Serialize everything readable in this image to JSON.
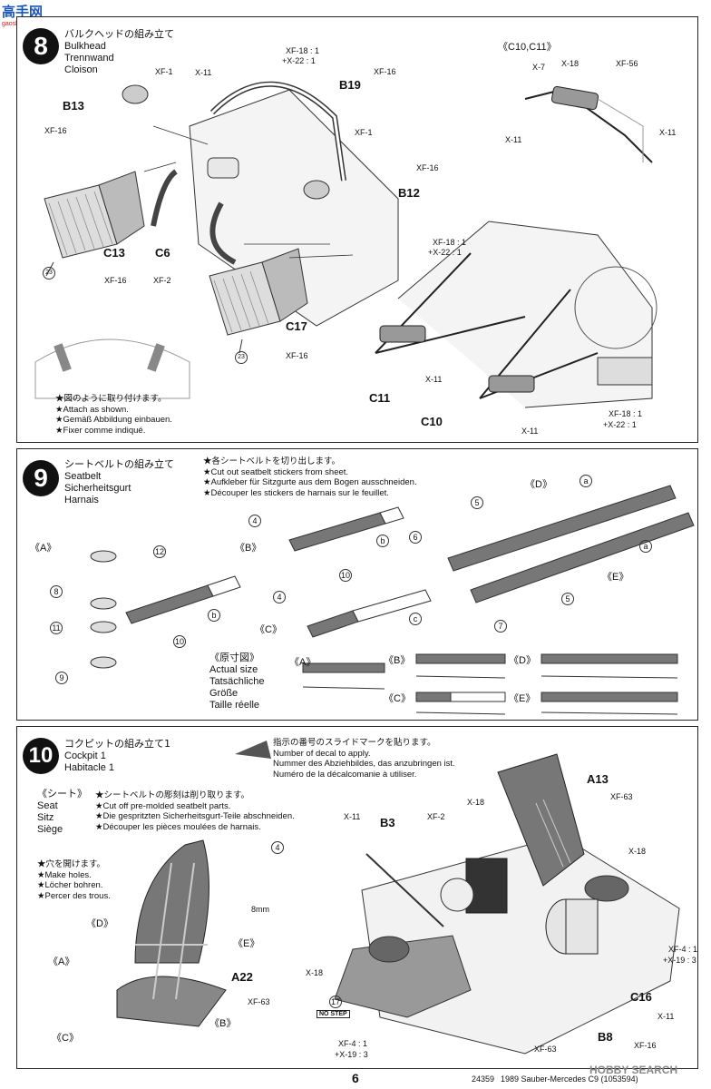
{
  "watermark_top": {
    "site": "高手网",
    "url": "gaoshoumo.com"
  },
  "step8": {
    "number": "8",
    "title_jp": "バルクヘッドの組み立て",
    "title_en": "Bulkhead",
    "title_de": "Trennwand",
    "title_fr": "Cloison",
    "parts": {
      "b13": "B13",
      "b19": "B19",
      "b12": "B12",
      "c13": "C13",
      "c6": "C6",
      "c17": "C17",
      "c11": "C11",
      "c10": "C10",
      "xf1a": "XF-1",
      "xf1b": "XF-1",
      "x11a": "X-11",
      "xf18_top": "XF-18 : 1",
      "x22_top": "+X-22 : 1",
      "xf16a": "XF-16",
      "xf16b": "XF-16",
      "xf16c": "XF-16",
      "xf16d": "XF-16",
      "xf16e": "XF-16",
      "xf2": "XF-2",
      "xf18_mid": "XF-18 : 1",
      "x22_mid": "+X-22 : 1",
      "x11b": "X-11",
      "x11c": "X-11",
      "xf18_bot": "XF-18 : 1",
      "x22_bot": "+X-22 : 1"
    },
    "decal_nums": [
      "23",
      "23"
    ],
    "inset_title": "《C10,C11》",
    "inset_parts": {
      "x7": "X-7",
      "xf18": "X-18",
      "xf56": "XF-56",
      "x11a": "X-11",
      "x11b": "X-11"
    },
    "notes": [
      "★図のように取り付けます。",
      "★Attach as shown.",
      "★Gemäß Abbildung einbauen.",
      "★Fixer comme indiqué."
    ]
  },
  "step9": {
    "number": "9",
    "title_jp": "シートベルトの組み立て",
    "title_en": "Seatbelt",
    "title_de": "Sicherheitsgurt",
    "title_fr": "Harnais",
    "notes": [
      "★各シートベルトを切り出します。",
      "★Cut out seatbelt stickers from sheet.",
      "★Aufkleber für Sitzgurte aus dem Bogen ausschneiden.",
      "★Découper les stickers de harnais sur le feuillet."
    ],
    "groups": {
      "a": "《A》",
      "b": "《B》",
      "c": "《C》",
      "d": "《D》",
      "e": "《E》"
    },
    "circle_nums": [
      "12",
      "8",
      "11",
      "10",
      "9",
      "4",
      "10",
      "4",
      "6",
      "5",
      "5",
      "7"
    ],
    "strap_letters": [
      "b",
      "b",
      "c",
      "a",
      "a"
    ],
    "actual_size": {
      "jp": "《原寸図》",
      "en": "Actual size",
      "de": "Tatsächliche",
      "de2": "Größe",
      "fr": "Taille réelle"
    },
    "actual_groups": [
      "《A》",
      "《B》",
      "《C》",
      "《D》",
      "《E》"
    ]
  },
  "step10": {
    "number": "10",
    "title_jp": "コクピットの組み立て1",
    "title_en": "Cockpit 1",
    "title_fr": "Habitacle 1",
    "decal_note": [
      "指示の番号のスライドマークを貼ります。",
      "Number of decal to apply.",
      "Nummer des Abziehbildes, das anzubringen ist.",
      "Numéro de la décalcomanie à utiliser."
    ],
    "seat_label": {
      "jp": "《シート》",
      "en": "Seat",
      "de": "Sitz",
      "fr": "Siège"
    },
    "seat_note": [
      "★シートベルトの彫刻は削り取ります。",
      "★Cut off pre-molded seatbelt parts.",
      "★Die gespritzten Sicherheitsgurt-Teile abschneiden.",
      "★Découper les pièces moulées de harnais."
    ],
    "holes_note": [
      "★穴を開けます。",
      "★Make holes.",
      "★Löcher bohren.",
      "★Percer des trous."
    ],
    "mm": "8mm",
    "groups": {
      "a": "《A》",
      "b": "《B》",
      "c": "《C》",
      "d": "《D》",
      "e": "《E》"
    },
    "circle_nums": [
      "4",
      "17"
    ],
    "no_step": "NO STEP",
    "parts": {
      "a13": "A13",
      "xf63a": "XF-63",
      "x11a": "X-11",
      "b3": "B3",
      "x18a": "X-18",
      "xf2": "XF-2",
      "x18b": "X-18",
      "a22": "A22",
      "xf63b": "XF-63",
      "x18c": "X-18",
      "xf4a": "XF-4 : 1",
      "x19a": "+X-19 : 3",
      "xf4b": "XF-4 : 1",
      "x19b": "+X-19 : 3",
      "c16": "C16",
      "x11b": "X-11",
      "b8": "B8",
      "xf16": "XF-16",
      "xf63c": "XF-63"
    }
  },
  "footer": {
    "page": "6",
    "code": "24359",
    "model": "1989 Sauber-Mercedes C9 (1053594)",
    "watermark": "HOBBY SEARCH"
  }
}
